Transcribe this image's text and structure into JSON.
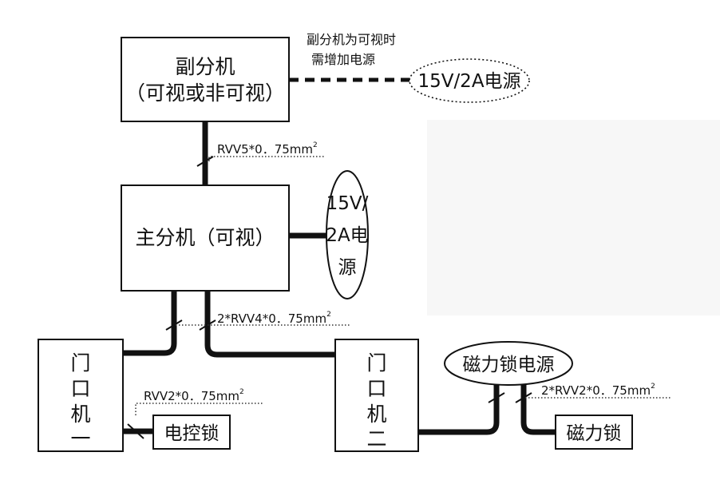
{
  "devices": {
    "sub_unit": {
      "line1": "副分机",
      "line2": "（可视或非可视）"
    },
    "main_unit": {
      "label": "主分机（可视）"
    },
    "door_unit_1": {
      "chars": [
        "门",
        "口",
        "机",
        "一"
      ]
    },
    "door_unit_2": {
      "chars": [
        "门",
        "口",
        "机",
        "二"
      ]
    },
    "electric_lock": {
      "label": "电控锁"
    },
    "magnetic_lock": {
      "label": "磁力锁"
    }
  },
  "power": {
    "sub_unit_supply": "15V/2A电源",
    "main_unit_supply": {
      "line1": "15V/",
      "line2": "2A电",
      "line3": "源"
    },
    "magnetic_lock_supply": "磁力锁电源"
  },
  "notes": {
    "sub_power_line1": "副分机为可视时",
    "sub_power_line2": "需增加电源"
  },
  "cables": {
    "sub_to_main": {
      "text": "RVV5*0．75mm",
      "sup": "2"
    },
    "main_to_doors": {
      "text": "2*RVV4*0．75mm",
      "sup": "2"
    },
    "door1_to_lock": {
      "text": "RVV2*0．75mm",
      "sup": "2"
    },
    "maglock": {
      "text": "2*RVV2*0．75mm",
      "sup": "2"
    }
  }
}
